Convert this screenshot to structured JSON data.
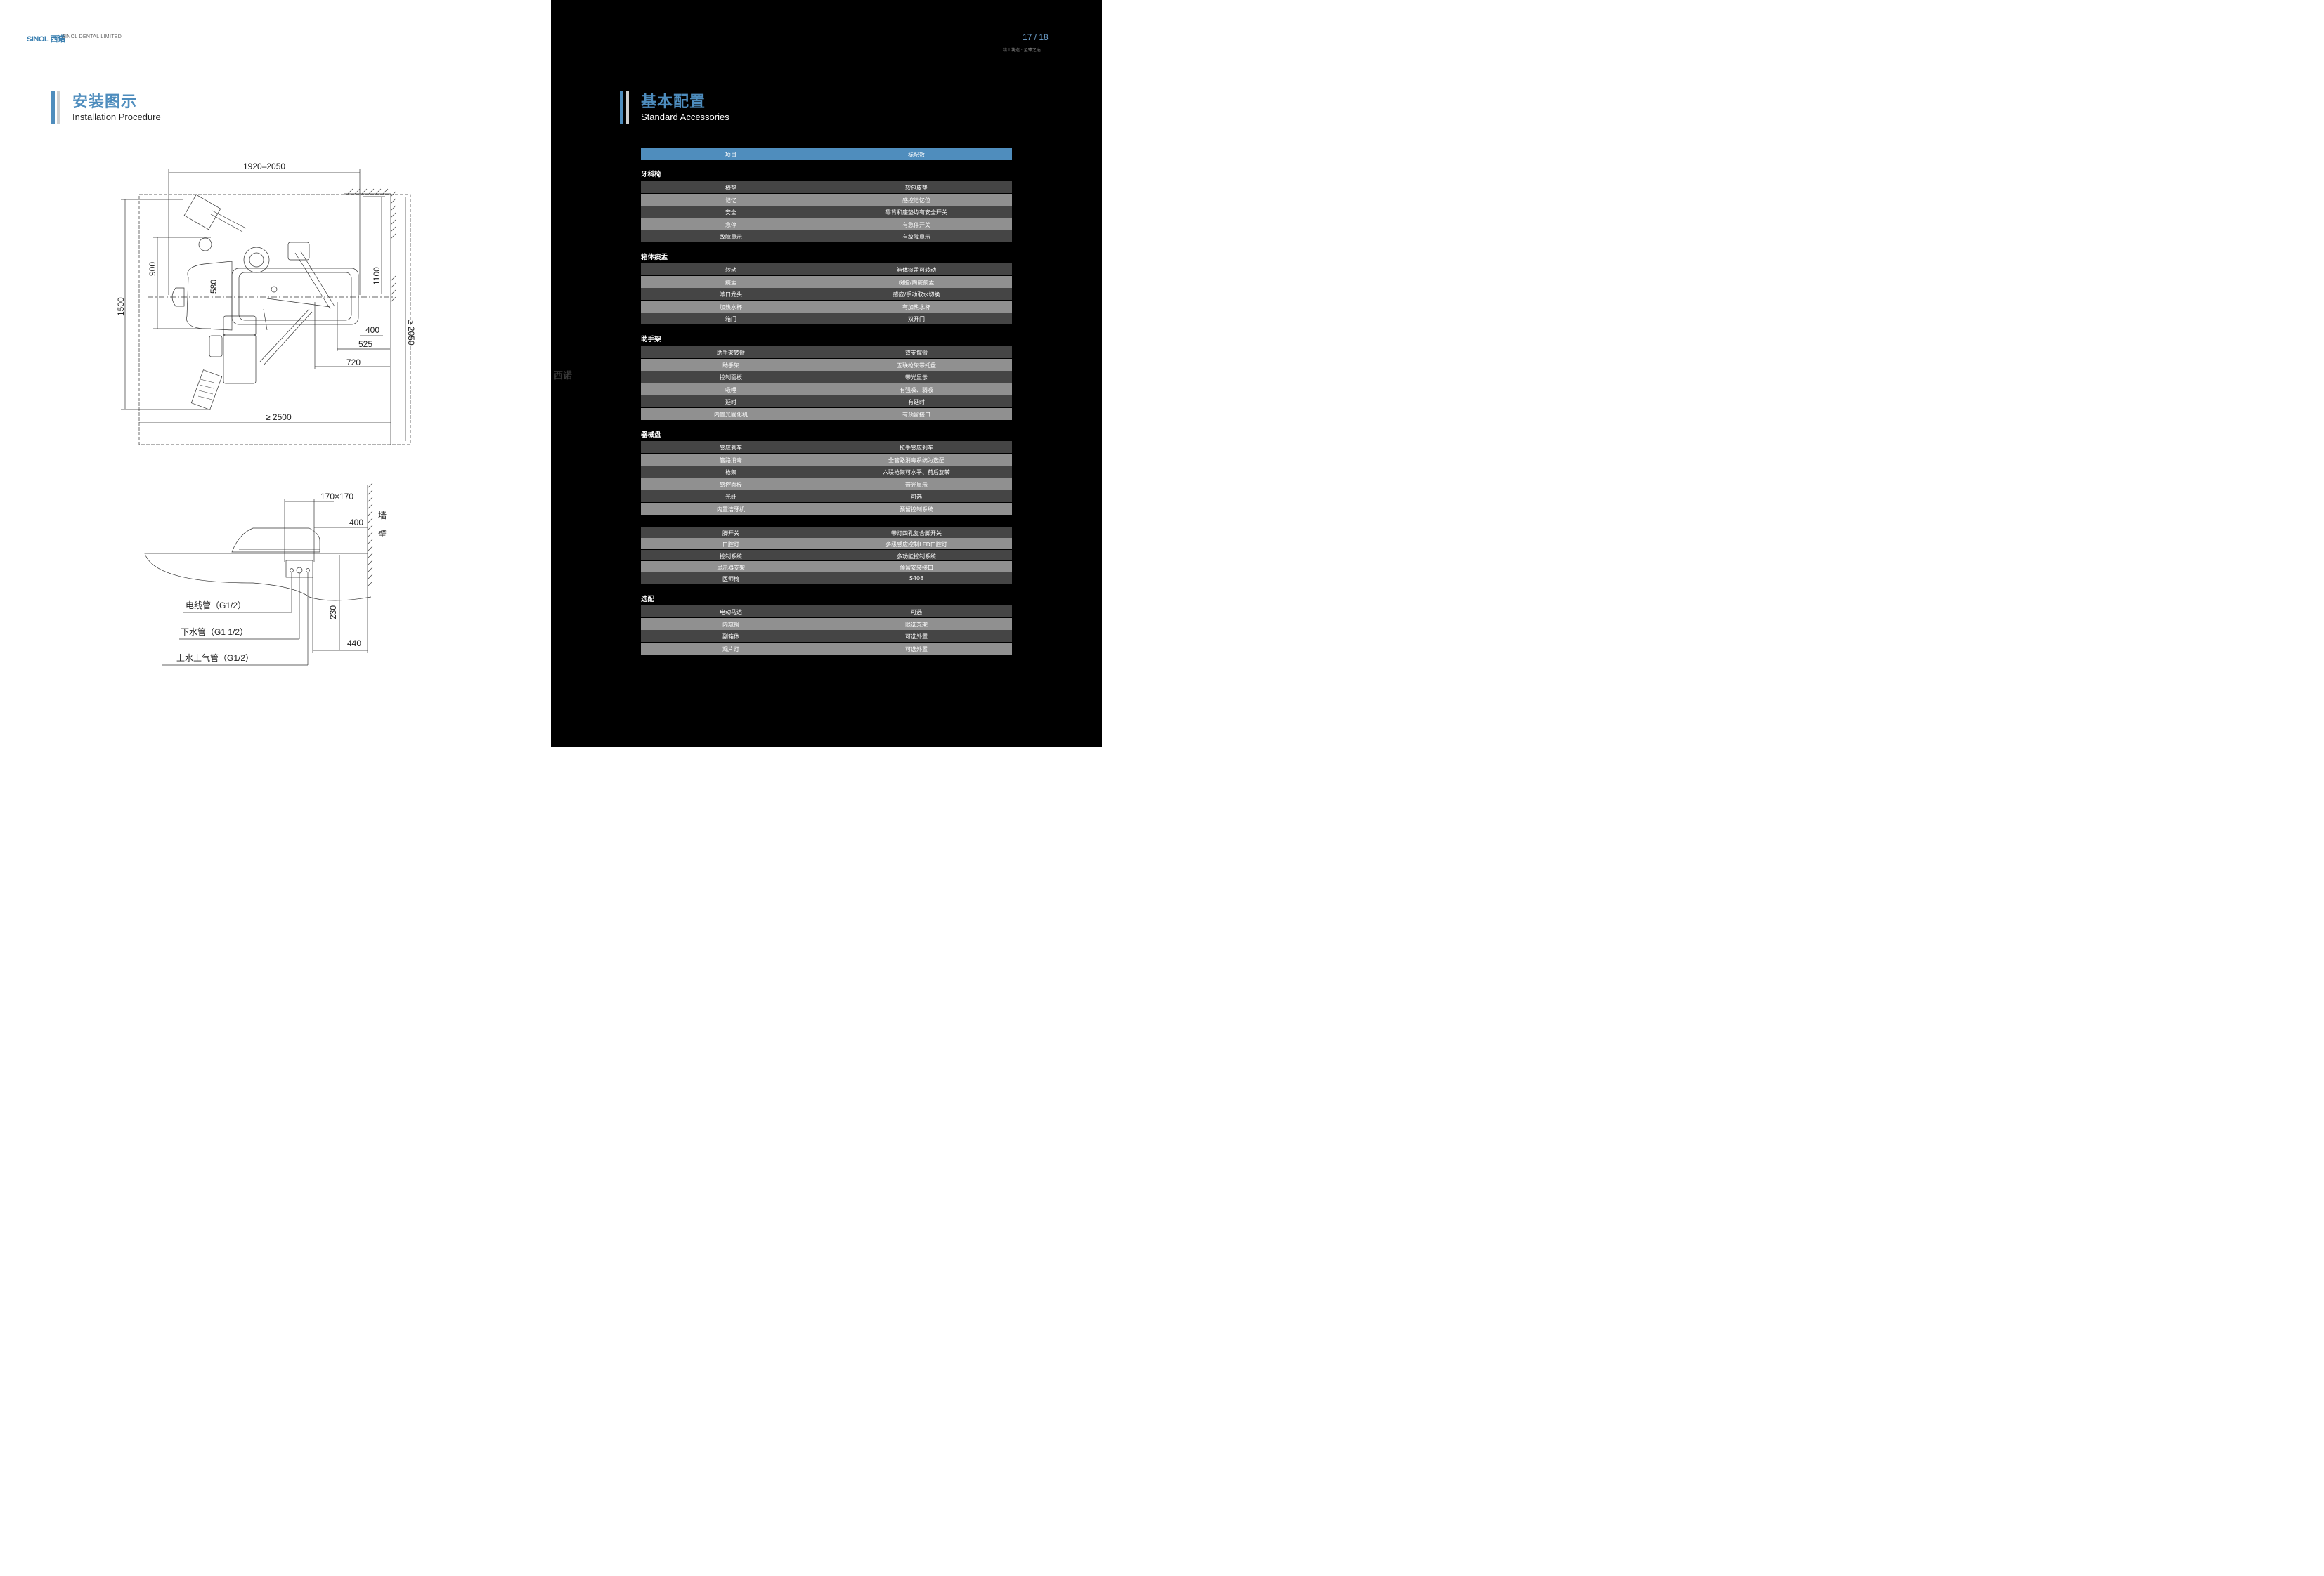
{
  "brand": {
    "logo": "SINOL 西诺",
    "name": "SINOL DENTAL LIMITED"
  },
  "page": {
    "number": "17 / 18",
    "slogan": "精工铸造 · 至臻之选"
  },
  "left": {
    "title_cn": "安装图示",
    "title_en": "Installation Procedure",
    "dims_top": {
      "width_range": "1920–2050",
      "depth": "900",
      "seat": "580",
      "height_1500": "1500",
      "d1100": "1100",
      "d2050": "≥ 2050",
      "d400": "400",
      "d525": "525",
      "d720": "720",
      "d2500": "≥ 2500"
    },
    "dims_side": {
      "box": "170×170",
      "d400": "400",
      "wall_1": "墙",
      "wall_2": "壁",
      "d230": "230",
      "d440": "440",
      "pipe_power": "电线管（G1/2）",
      "pipe_drain": "下水管（G1  1/2）",
      "pipe_water_air": "上水上气管（G1/2）"
    }
  },
  "right": {
    "title_cn": "基本配置",
    "title_en": "Standard Accessories",
    "watermark": "西诺",
    "header": {
      "col1": "项目",
      "col2": "标配数"
    },
    "sections": [
      {
        "title": "牙科椅",
        "rows": [
          [
            "椅垫",
            "软包皮垫"
          ],
          [
            "记忆",
            "感控记忆位"
          ],
          [
            "安全",
            "靠背和座垫均有安全开关"
          ],
          [
            "急停",
            "有急停开关"
          ],
          [
            "故障显示",
            "有故障显示"
          ]
        ]
      },
      {
        "title": "箱体痰盂",
        "rows": [
          [
            "转动",
            "箱体痰盂可转动"
          ],
          [
            "痰盂",
            "树脂/陶瓷痰盂"
          ],
          [
            "漱口龙头",
            "感应/手动取水切换"
          ],
          [
            "加热水杯",
            "有加热水杯"
          ],
          [
            "箱门",
            "双开门"
          ]
        ]
      },
      {
        "title": "助手架",
        "rows": [
          [
            "助手架转臂",
            "双支撑臂"
          ],
          [
            "助手架",
            "五联枪架带托盘"
          ],
          [
            "控制面板",
            "带光显示"
          ],
          [
            "吸唾",
            "有强吸、弱吸"
          ],
          [
            "延时",
            "有延时"
          ],
          [
            "内置光固化机",
            "有预留接口"
          ]
        ]
      },
      {
        "title": "器械盘",
        "rows": [
          [
            "感应刹车",
            "拉手感应刹车"
          ],
          [
            "管路消毒",
            "全管路消毒系统为选配"
          ],
          [
            "枪架",
            "六联枪架可水平、前后旋转"
          ],
          [
            "感控面板",
            "带光显示"
          ],
          [
            "光纤",
            "可选"
          ],
          [
            "内置洁牙机",
            "预留控制系统"
          ]
        ]
      },
      {
        "title": "",
        "rows": [
          [
            "脚开关",
            "带灯四孔复合脚开关"
          ],
          [
            "口腔灯",
            "多级感应控制LED口腔灯"
          ],
          [
            "控制系统",
            "多功能控制系统"
          ],
          [
            "显示器支架",
            "预留安装接口"
          ],
          [
            "医师椅",
            "S408"
          ]
        ]
      },
      {
        "title": "选配",
        "rows": [
          [
            "电动马达",
            "可选"
          ],
          [
            "内窥镜",
            "限选支架"
          ],
          [
            "副箱体",
            "可选外置"
          ],
          [
            "观片灯",
            "可选外置"
          ]
        ]
      }
    ]
  }
}
